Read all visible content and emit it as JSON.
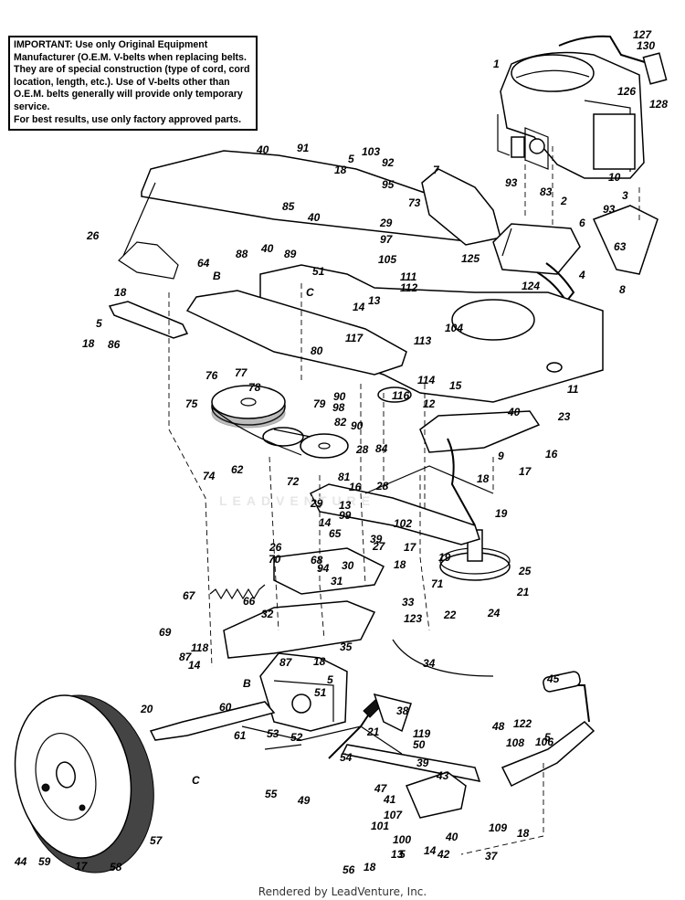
{
  "notice": {
    "heading": "IMPORTANT:",
    "body": "Use only Original Equipment Manufacturer (O.E.M. V-belts when replacing belts. They are of special construction (type of cord, cord location, length, etc.). Use of V-belts other than O.E.M. belts generally will provide only temporary service.",
    "tail": "For best results, use only factory approved parts."
  },
  "watermark": "LEADVENTURE",
  "footer": "Rendered by LeadVenture, Inc.",
  "callouts": [
    "127",
    "130",
    "1",
    "126",
    "128",
    "40",
    "91",
    "5",
    "103",
    "92",
    "18",
    "95",
    "73",
    "7",
    "93",
    "83",
    "10",
    "3",
    "2",
    "93",
    "6",
    "26",
    "85",
    "40",
    "29",
    "97",
    "88",
    "40",
    "89",
    "105",
    "125",
    "63",
    "64",
    "B",
    "51",
    "C",
    "111",
    "112",
    "4",
    "124",
    "8",
    "5",
    "13",
    "18",
    "14",
    "117",
    "104",
    "18",
    "86",
    "90",
    "113",
    "80",
    "114",
    "116",
    "12",
    "15",
    "11",
    "76",
    "77",
    "78",
    "75",
    "79",
    "98",
    "82",
    "74",
    "62",
    "72",
    "81",
    "28",
    "84",
    "99",
    "29",
    "65",
    "13",
    "14",
    "102",
    "39",
    "27",
    "17",
    "18",
    "26",
    "70",
    "68",
    "94",
    "30",
    "31",
    "67",
    "66",
    "32",
    "33",
    "123",
    "69",
    "118",
    "87",
    "14",
    "B",
    "87",
    "18",
    "5",
    "51",
    "35",
    "34",
    "71",
    "19",
    "25",
    "21",
    "22",
    "24",
    "23",
    "16",
    "9",
    "17",
    "18",
    "19",
    "20",
    "60",
    "61",
    "53",
    "52",
    "21",
    "38",
    "119",
    "C",
    "55",
    "54",
    "49",
    "50",
    "43",
    "39",
    "47",
    "41",
    "107",
    "101",
    "100",
    "14",
    "13",
    "42",
    "37",
    "40",
    "45",
    "48",
    "122",
    "108",
    "106",
    "5",
    "18",
    "109",
    "44",
    "59",
    "17",
    "58",
    "57",
    "56",
    "18",
    "5",
    "40",
    "16",
    "28",
    "90"
  ]
}
